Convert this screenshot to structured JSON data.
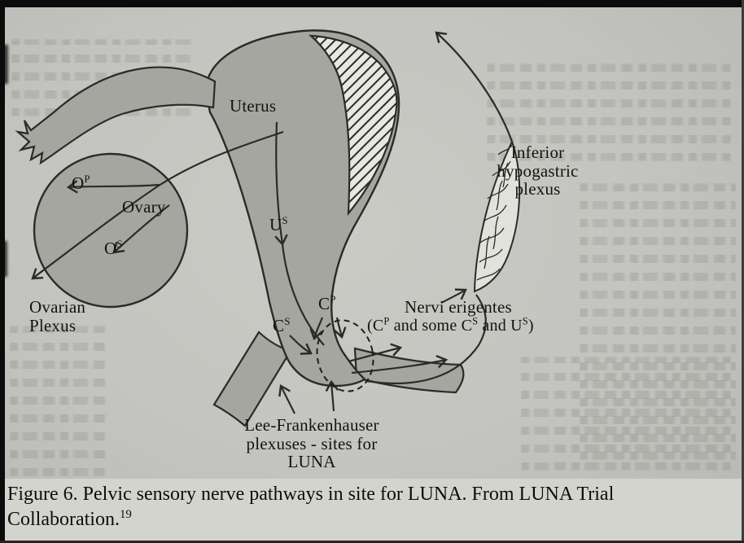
{
  "caption": {
    "line1": "Figure 6. Pelvic sensory nerve pathways in site for LUNA. From LUNA Trial",
    "line2": "Collaboration.",
    "ref": "19"
  },
  "diagram": {
    "uterus": "Uterus",
    "ovary": "Ovary",
    "op": {
      "base": "O",
      "sup": "P"
    },
    "os": {
      "base": "O",
      "sup": "S"
    },
    "us": {
      "base": "U",
      "sup": "S"
    },
    "cp": {
      "base": "C",
      "sup": "P"
    },
    "cs": {
      "base": "C",
      "sup": "S"
    },
    "ovarian_plexus": {
      "line1": "Ovarian",
      "line2": "Plexus"
    },
    "inferior_hypogastric": {
      "line1": "Inferior",
      "line2": "hypogastric",
      "line3": "plexus"
    },
    "nervi_erigentes": "Nervi erigentes",
    "nervi_detail": [
      {
        "t": "(C"
      },
      {
        "t": "P",
        "sup": true
      },
      {
        "t": " and some C"
      },
      {
        "t": "S",
        "sup": true
      },
      {
        "t": " and U"
      },
      {
        "t": "S",
        "sup": true
      },
      {
        "t": ")"
      }
    ],
    "lee_frankenhauser": {
      "line1": "Lee-Frankenhauser",
      "line2": "plexuses - sites for",
      "line3": "LUNA"
    }
  }
}
